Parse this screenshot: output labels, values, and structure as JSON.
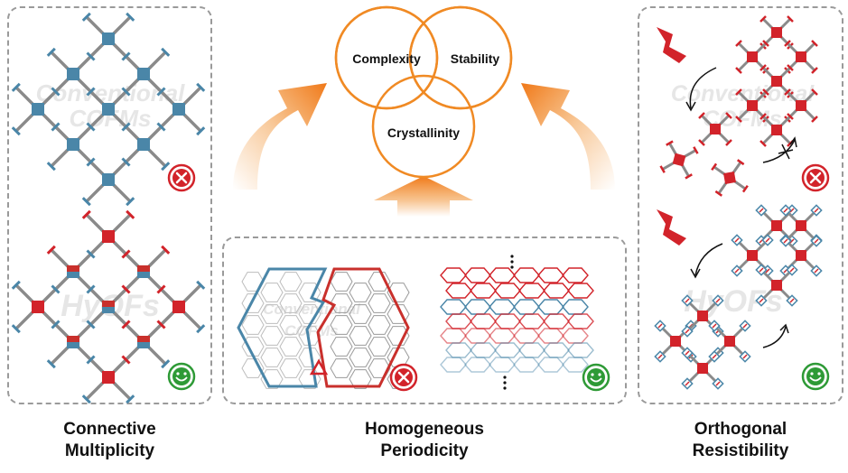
{
  "venn": {
    "circle1": "Complexity",
    "circle2": "Stability",
    "circle3": "Crystallinity"
  },
  "captions": {
    "left": [
      "Connective",
      "Multiplicity"
    ],
    "middle": [
      "Homogeneous",
      "Periodicity"
    ],
    "right": [
      "Orthogonal",
      "Resistibility"
    ]
  },
  "watermarks": {
    "left_top": [
      "Conventional",
      "COFMs"
    ],
    "left_bottom": "HyOFs",
    "middle": [
      "Conventional",
      "COFMs"
    ],
    "right_top": [
      "Conventional",
      "COFMs"
    ],
    "right_bottom": "HyOFs"
  },
  "colors": {
    "blue": "#4a86a8",
    "red": "#d2232a",
    "orange": "#f08a24",
    "bad": "#d2232a",
    "good": "#2e9a36",
    "dash": "#9a9a9a"
  },
  "icons": {
    "bad": "cross-icon",
    "good": "smiley-icon",
    "lightning": "lightning-icon",
    "ellipsis": "vertical-ellipsis-icon"
  }
}
